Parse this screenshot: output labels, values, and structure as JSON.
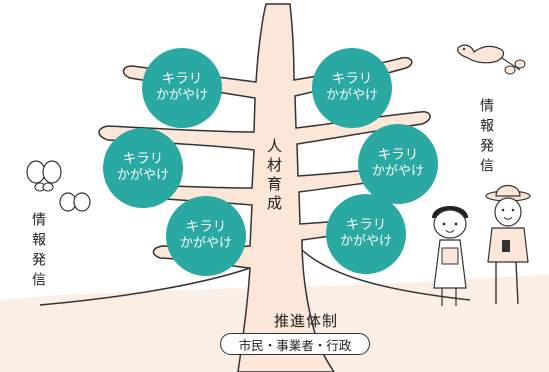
{
  "trunk_label": "人材育成",
  "leaves": [
    {
      "line1": "キラリ",
      "line2": "かがやけ"
    },
    {
      "line1": "キラリ",
      "line2": "かがやけ"
    },
    {
      "line1": "キラリ",
      "line2": "かがやけ"
    },
    {
      "line1": "キラリ",
      "line2": "かがやけ"
    },
    {
      "line1": "キラリ",
      "line2": "かがやけ"
    },
    {
      "line1": "キラリ",
      "line2": "かがやけ"
    }
  ],
  "info_left": "情報発信",
  "info_right": "情報発信",
  "foundation": {
    "title": "推進体制",
    "members": "市民・事業者・行政"
  },
  "colors": {
    "leaf": "#2aa8a2",
    "tree": "#fbe6d8",
    "outline": "#333333"
  }
}
